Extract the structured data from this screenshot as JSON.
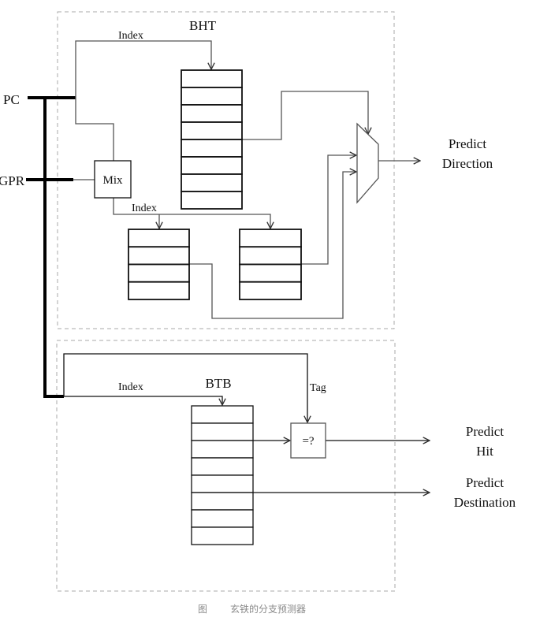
{
  "labels": {
    "pc": "PC",
    "gpr": "GPR",
    "bht": "BHT",
    "bht_index": "Index",
    "mix": "Mix",
    "pht_index": "Index",
    "predict_direction": [
      "Predict",
      "Direction"
    ],
    "btb": "BTB",
    "btb_index": "Index",
    "tag": "Tag",
    "compare": "=?",
    "predict_hit": [
      "Predict",
      "Hit"
    ],
    "predict_destination": [
      "Predict",
      "Destination"
    ]
  },
  "tables": {
    "bht_rows": 8,
    "pht_left_rows": 4,
    "pht_right_rows": 4,
    "btb_rows": 8
  },
  "caption": {
    "prefix": "图",
    "text": "玄铁的分支预测器"
  }
}
